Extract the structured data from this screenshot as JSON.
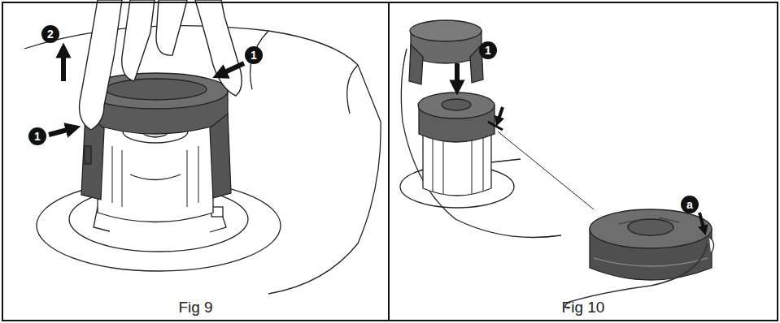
{
  "diagram": {
    "nodes": [
      {
        "text": [
          "Fig 9"
        ]
      },
      {
        "text": [
          "Fig 10"
        ]
      }
    ],
    "labels": [
      "2",
      "1",
      "1",
      "1",
      "a"
    ]
  }
}
